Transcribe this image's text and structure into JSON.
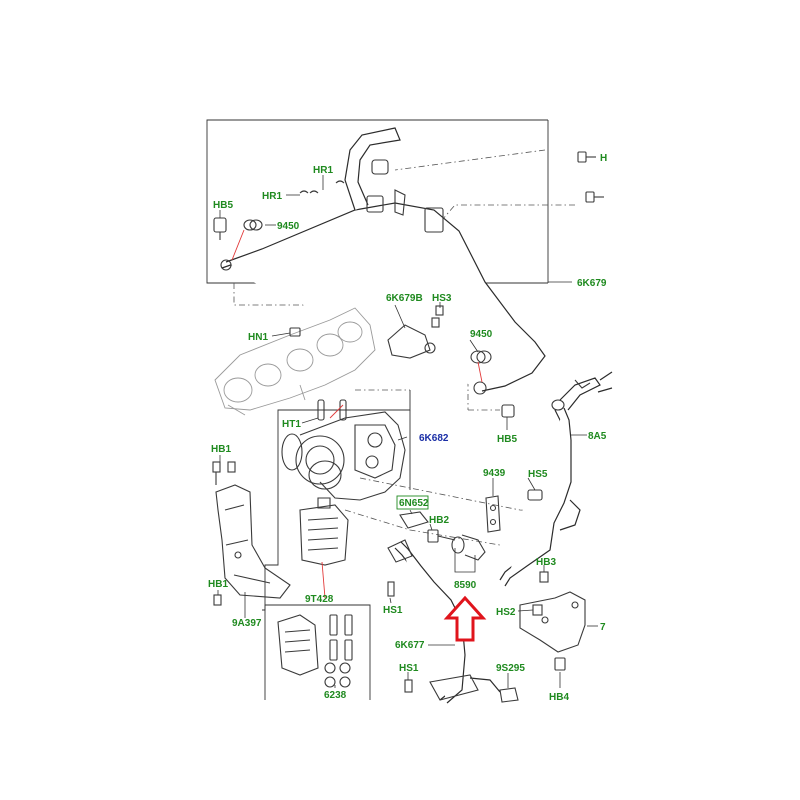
{
  "diagram": {
    "labels": {
      "hr1_top": "HR1",
      "hr1_left": "HR1",
      "hb5_top": "HB5",
      "n9450_top": "9450",
      "n6k679a": "6K679",
      "n6k679b": "6K679B",
      "hs3": "HS3",
      "hn1": "HN1",
      "n9450_mid": "9450",
      "hb5_mid": "HB5",
      "ht1": "HT1",
      "n6k682": "6K682",
      "n8a5": "8A5",
      "hb1_top": "HB1",
      "n9439": "9439",
      "hs5": "HS5",
      "n6n652": "6N652",
      "hb2": "HB2",
      "hb3": "HB3",
      "n8590": "8590",
      "hb1_bottom": "HB1",
      "hs1_mid": "HS1",
      "n9a397": "9A397",
      "n9t428": "9T428",
      "hs2": "HS2",
      "n7_right": "7",
      "n6k677": "6K677",
      "hs1_bottom": "HS1",
      "n9s295": "9S295",
      "hb4": "HB4",
      "n6238": "6238",
      "h_right": "H"
    },
    "colors": {
      "label": "#1f8a1f",
      "part_number": "#1a2ea6",
      "highlight_arrow": "#e0141c",
      "leader_red": "#e23a3a"
    },
    "highlight": "up-arrow-outline"
  }
}
